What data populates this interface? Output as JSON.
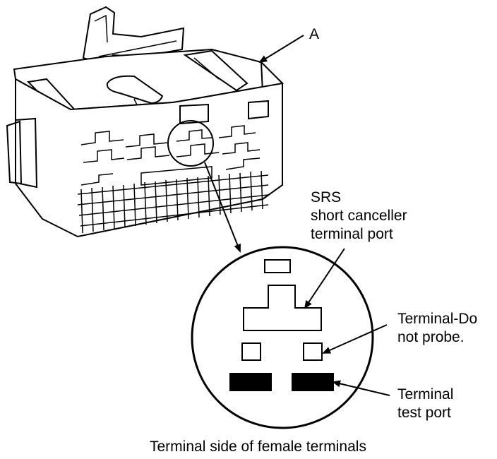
{
  "labels": {
    "connector_ref": "A",
    "srs_line1": "SRS",
    "srs_line2": "short canceller",
    "srs_line3": "terminal port",
    "donot_line1": "Terminal-Do",
    "donot_line2": "not probe.",
    "test_line1": "Terminal",
    "test_line2": "test port",
    "caption": "Terminal side of female terminals"
  },
  "colors": {
    "ink": "#000000",
    "paper": "#ffffff"
  }
}
